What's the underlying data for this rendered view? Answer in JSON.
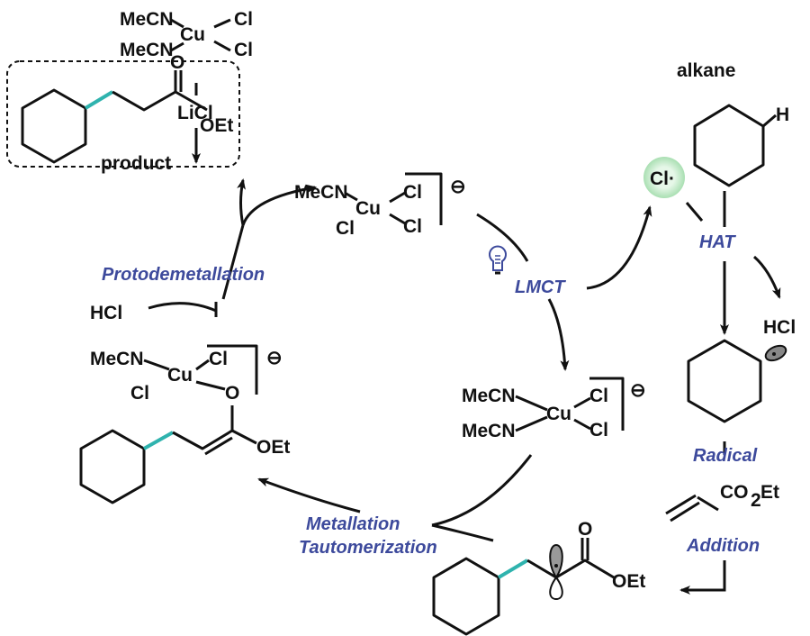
{
  "species": {
    "cu2_start": {
      "l1": "MeCN",
      "l2": "MeCN",
      "metal": "Cu",
      "x1": "Cl",
      "x2": "Cl"
    },
    "reagent_licl": "LiCl",
    "cu2_ate": {
      "l1": "MeCN",
      "metal": "Cu",
      "x1": "Cl",
      "x2": "Cl",
      "x3": "Cl",
      "charge": "⊖"
    },
    "cu1_ate": {
      "l1": "MeCN",
      "l2": "MeCN",
      "metal": "Cu",
      "x1": "Cl",
      "x2": "Cl",
      "charge": "⊖"
    },
    "enolate": {
      "l1": "MeCN",
      "metal": "Cu",
      "x1": "Cl",
      "x2": "Cl",
      "o": "O",
      "oet": "OEt",
      "charge": "⊖"
    },
    "product": {
      "o": "O",
      "oet": "OEt",
      "label": "product"
    },
    "alkane": {
      "label": "alkane",
      "h": "H"
    },
    "chlorine_radical": "Cl·",
    "hcl_hat": "HCl",
    "hcl_proto": "HCl",
    "acrylate": {
      "co": "CO",
      "sub": "2",
      "et": "Et"
    },
    "alkyl_radical_adduct": {
      "o": "O",
      "oet": "OEt"
    }
  },
  "steps": {
    "lmct": "LMCT",
    "hat": "HAT",
    "radical_addition_1": "Radical",
    "radical_addition_2": "Addition",
    "metallation_1": "Metallation",
    "metallation_2": "Tautomerization",
    "protodemetallation": "Protodemetallation"
  },
  "colors": {
    "step_label": "#3d4a9c",
    "new_bond": "#2fb3ae",
    "radical_glow": "#bfe8c6"
  }
}
